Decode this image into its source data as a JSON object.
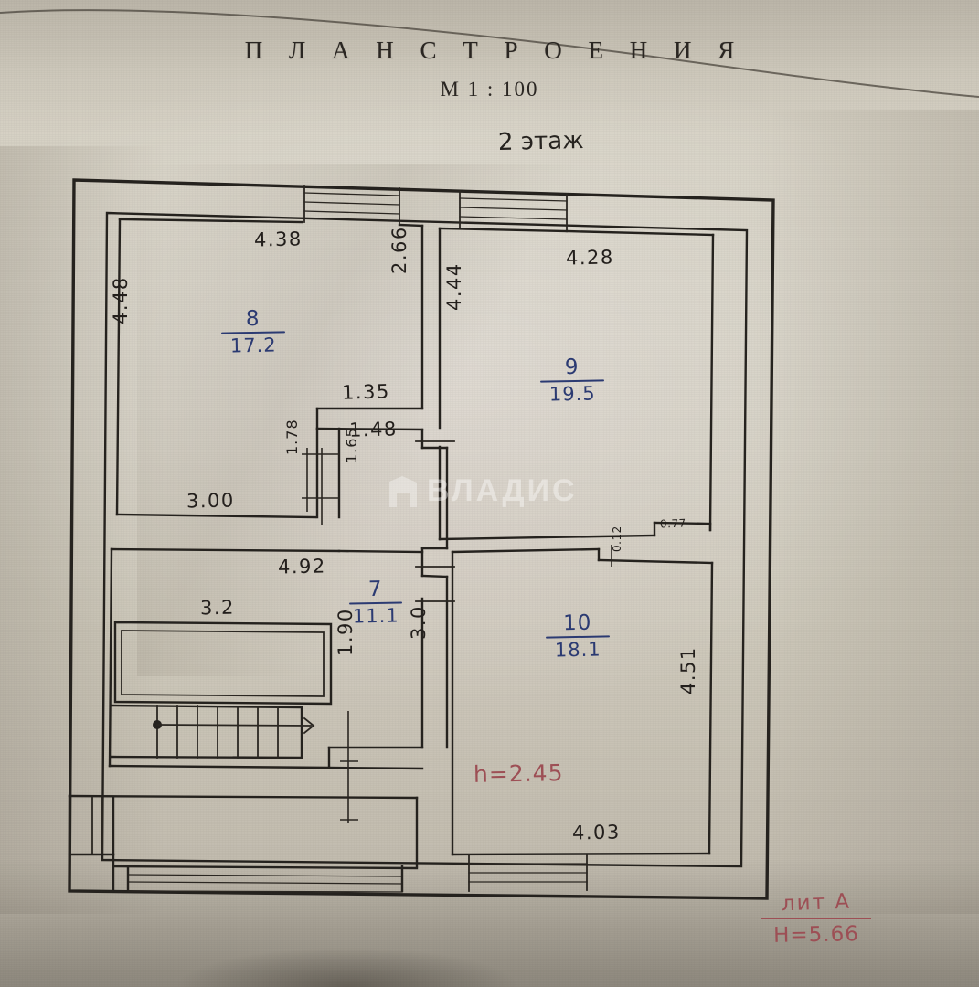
{
  "document": {
    "title": "П Л А Н   С Т Р О Е Н И Я",
    "scale": "М 1 : 100",
    "floor_label": "2 этаж"
  },
  "watermark": {
    "text": "ВЛАДИС"
  },
  "annotations": {
    "ceiling_height": "h=2.45",
    "building_letter": "лит А",
    "building_height": "H=5.66"
  },
  "rooms": [
    {
      "id": "room-8",
      "number": "8",
      "area": "17.2"
    },
    {
      "id": "room-9",
      "number": "9",
      "area": "19.5"
    },
    {
      "id": "room-7",
      "number": "7",
      "area": "11.1"
    },
    {
      "id": "room-10",
      "number": "10",
      "area": "18.1"
    }
  ],
  "dimensions": {
    "top_left_width": "4.38",
    "top_right_width": "4.28",
    "left_height": "4.48",
    "room8_right_height": "2.66",
    "room9_left_height": "4.44",
    "room8_bottom_width": "3.00",
    "room8_notch_a": "1.35",
    "room8_notch_b": "1.48",
    "notch_v_1": "1.78",
    "notch_v_2": "1.65",
    "corridor_top_width": "4.92",
    "stair_width": "3.2",
    "stair_depth": "1.90",
    "corridor_height": "3.0",
    "room9_small": "0.77",
    "room10_small": "0.12",
    "room10_right_height": "4.51",
    "room10_bottom_width": "4.03"
  }
}
